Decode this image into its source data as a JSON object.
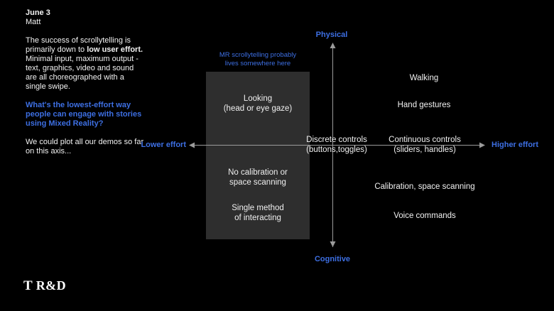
{
  "colors": {
    "accent_blue": "#3d6fe3",
    "box_gray": "#2e2e2e",
    "axis_gray": "#9b9b9b",
    "background": "#000000"
  },
  "header": {
    "date": "June 3",
    "author": "Matt"
  },
  "intro": {
    "line1": "The success of scrollytelling is",
    "line2_pre": "primarily down to ",
    "line2_bold": "low user effort.",
    "line3": "Minimal input, maximum output -",
    "line4": "text, graphics, video and sound",
    "line5": "are all choreographed with a",
    "line6": "single swipe."
  },
  "question": {
    "line1": "What's the lowest-effort way",
    "line2": "people can engage with stories",
    "line3": "using Mixed Reality?"
  },
  "note": {
    "line1": "We could plot all our demos so far",
    "line2": "on this axis..."
  },
  "diagram": {
    "axis_top": "Physical",
    "axis_bottom": "Cognitive",
    "axis_left": "Lower effort",
    "axis_right": "Higher effort",
    "annotation": {
      "line1": "MR scrollytelling probably",
      "line2": "lives somewhere here"
    },
    "box_items": {
      "looking": {
        "line1": "Looking",
        "line2": "(head or eye gaze)"
      },
      "no_calibration": {
        "line1": "No calibration or",
        "line2": "space scanning"
      },
      "single_method": {
        "line1": "Single method",
        "line2": "of interacting"
      }
    },
    "labels": {
      "discrete": {
        "line1": "Discrete controls",
        "line2": "(buttons,toggles)"
      },
      "continuous": {
        "line1": "Continuous controls",
        "line2": "(sliders, handles)"
      },
      "walking": "Walking",
      "hand_gestures": "Hand gestures",
      "calibration": "Calibration, space scanning",
      "voice": "Voice commands"
    }
  },
  "logo": {
    "t_glyph": "T",
    "text": "R&D"
  }
}
